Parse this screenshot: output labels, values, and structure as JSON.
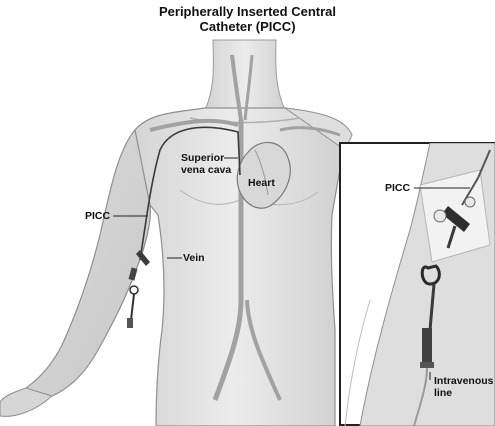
{
  "title": {
    "line1": "Peripherally Inserted Central",
    "line2": "Catheter (PICC)"
  },
  "labels": {
    "superior_vena_cava_line1": "Superior",
    "superior_vena_cava_line2": "vena cava",
    "heart": "Heart",
    "picc_arm": "PICC",
    "vein": "Vein",
    "picc_inset": "PICC",
    "intravenous_line1": "Intravenous",
    "intravenous_line2": "line"
  },
  "colors": {
    "skin_fill": "#e4e4e4",
    "skin_shadow": "#c9c9c9",
    "outline": "#8a8a8a",
    "vessel": "#9d9d9d",
    "catheter": "#3a3a3a",
    "inset_border": "#222222"
  }
}
